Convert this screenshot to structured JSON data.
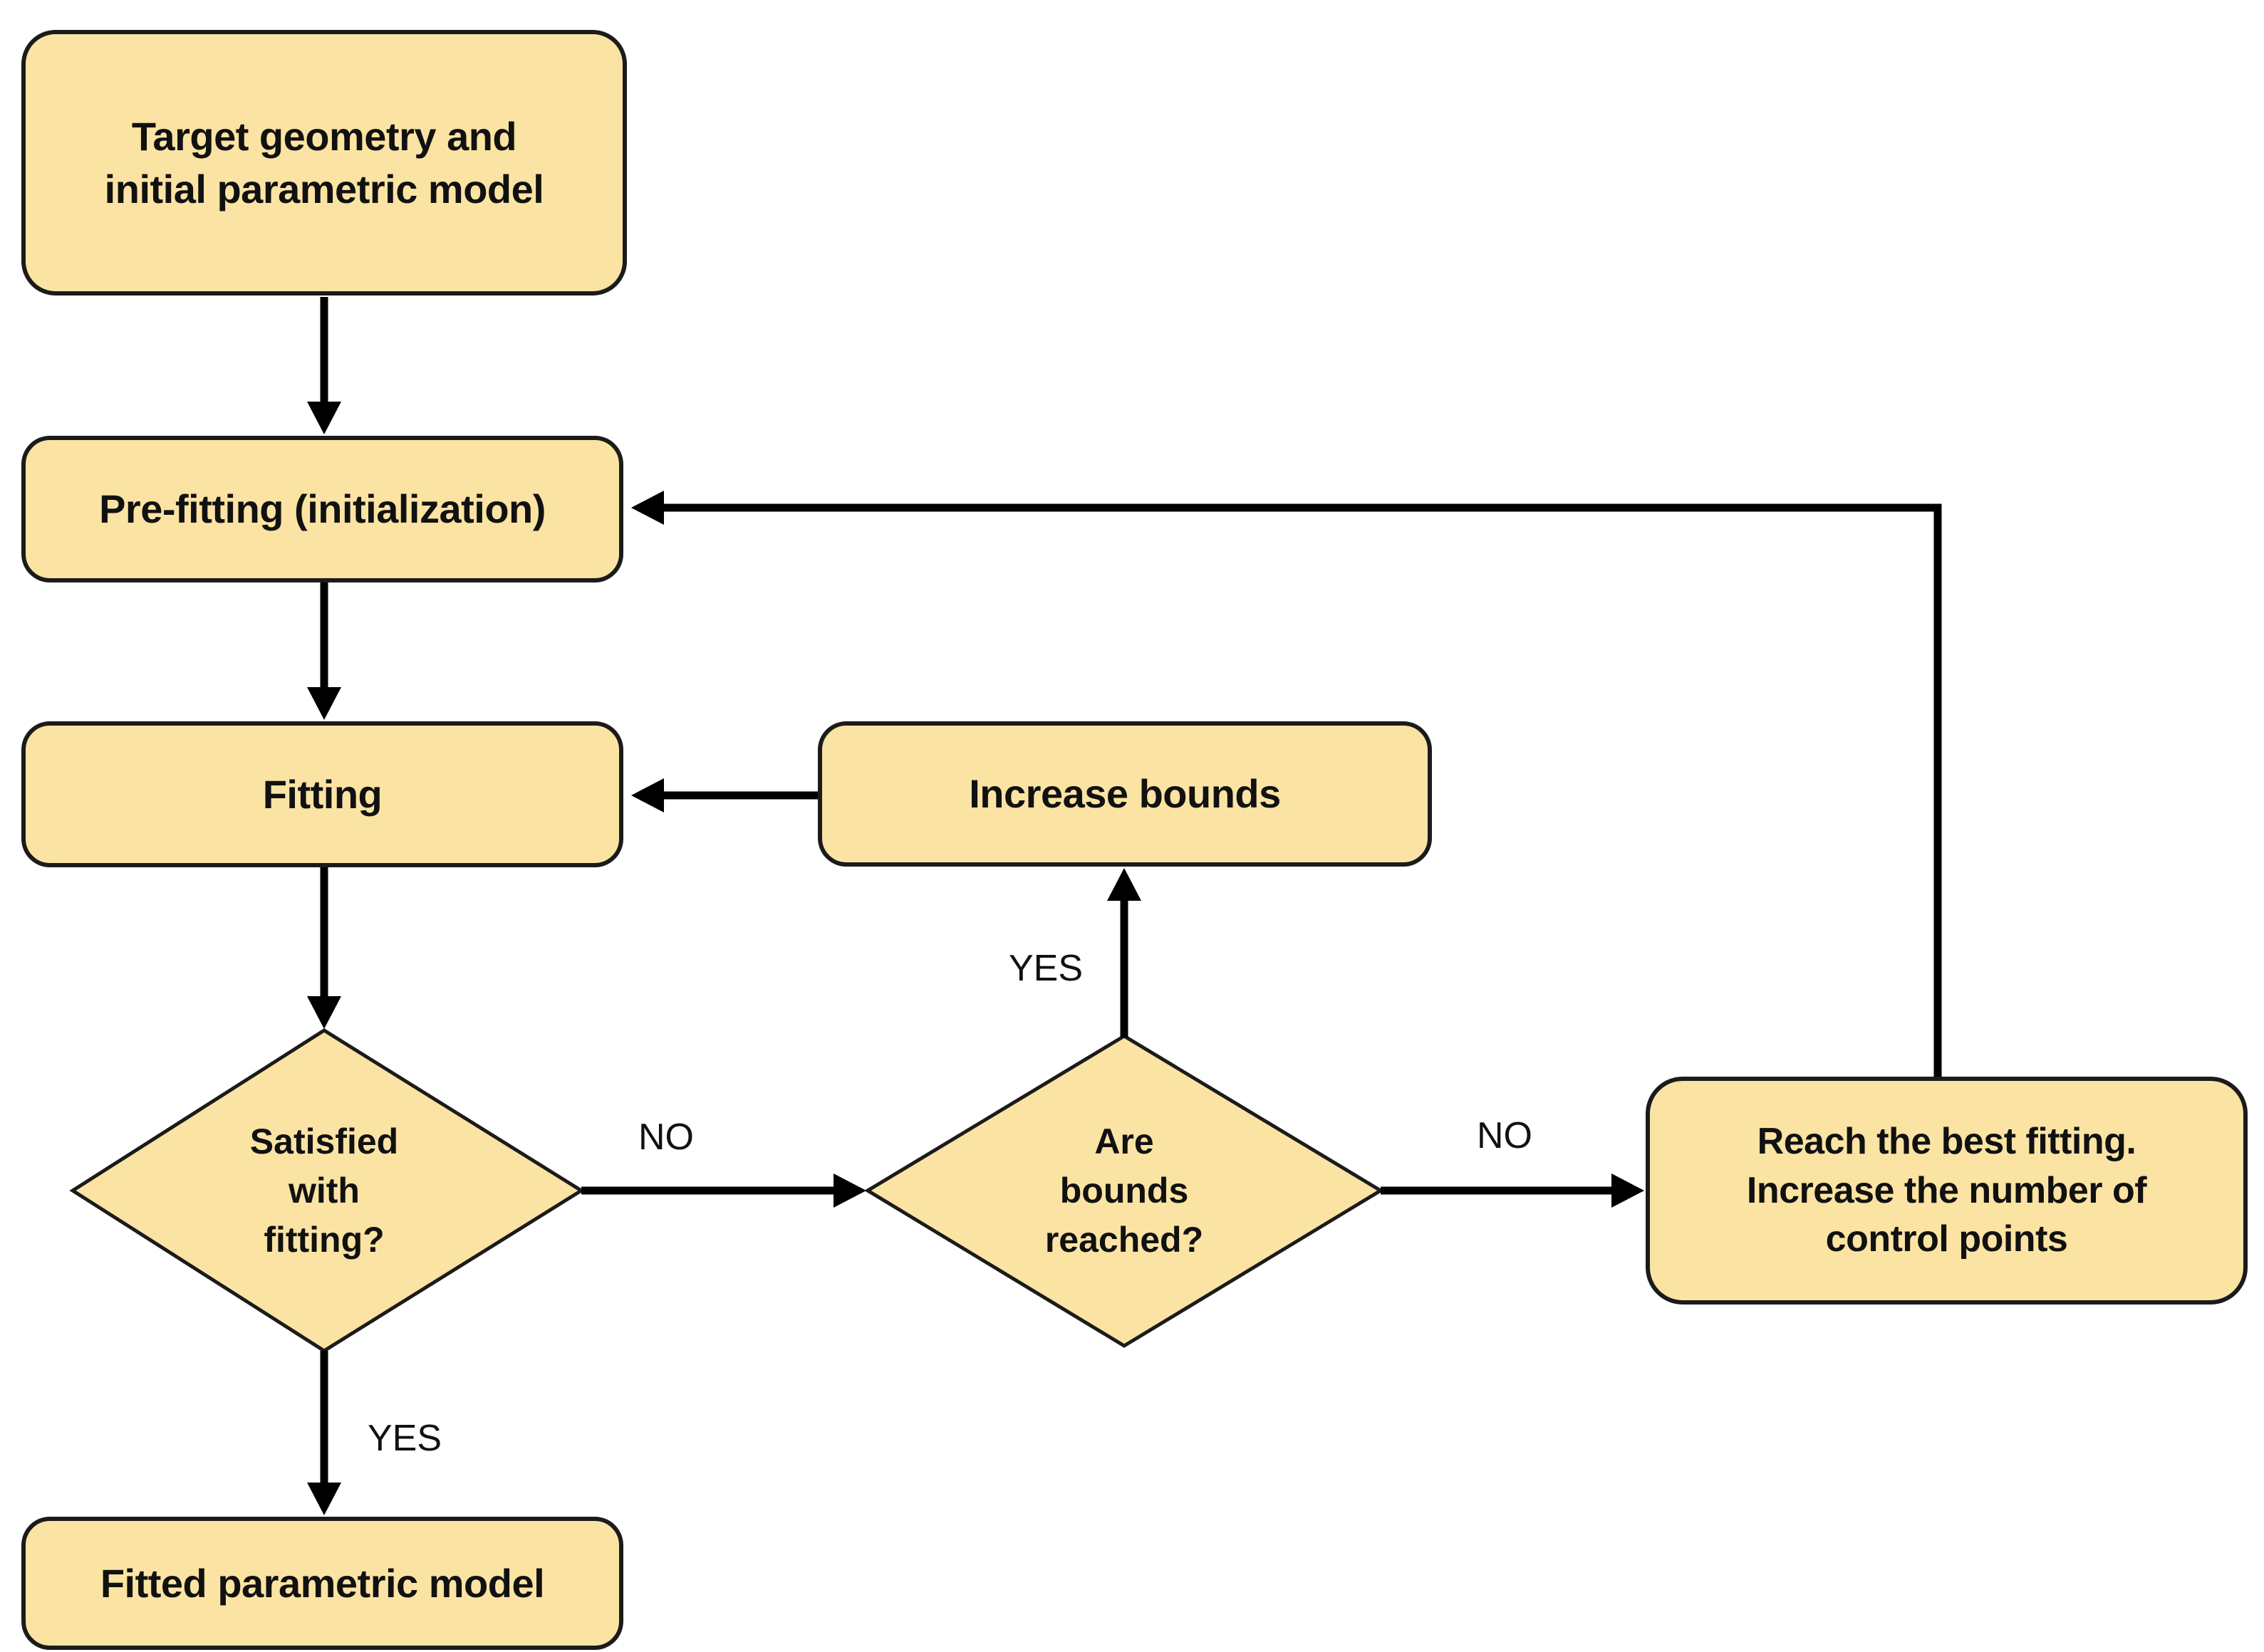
{
  "flowchart": {
    "colors": {
      "node_fill": "#FBE3A3",
      "node_border": "#1b1b1b",
      "arrow": "#000000",
      "background": "#ffffff",
      "text": "#111111"
    },
    "nodes": {
      "target": {
        "lines": [
          "Target geometry and",
          "initial parametric model"
        ]
      },
      "prefitting": {
        "label": "Pre-fitting (initialization)"
      },
      "fitting": {
        "label": "Fitting"
      },
      "increase_bounds": {
        "label": "Increase bounds"
      },
      "satisfied": {
        "lines": [
          "Satisfied",
          "with",
          "fitting?"
        ]
      },
      "bounds_reached": {
        "lines": [
          "Are",
          "bounds",
          "reached?"
        ]
      },
      "reach_best": {
        "lines": [
          "Reach the best fitting.",
          "Increase the number of",
          "control points"
        ]
      },
      "fitted": {
        "label": "Fitted parametric model"
      }
    },
    "edge_labels": {
      "satisfied_no": "NO",
      "satisfied_yes": "YES",
      "bounds_yes": "YES",
      "bounds_no": "NO"
    }
  }
}
